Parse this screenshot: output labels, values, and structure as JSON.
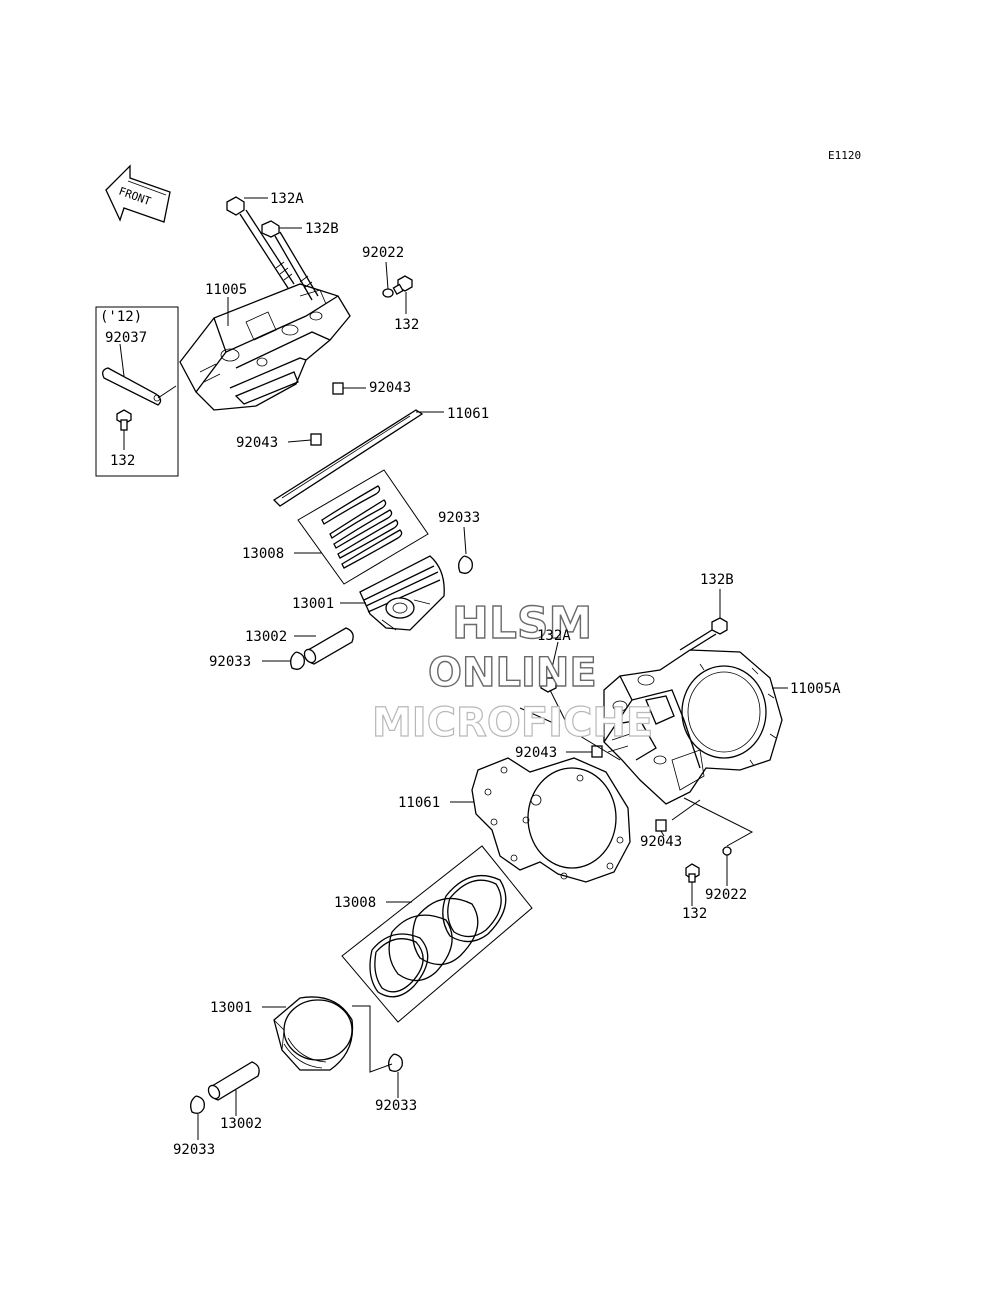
{
  "diagram_code": "E1120",
  "front_label": "FRONT",
  "year_box_label": "('12)",
  "watermark": {
    "line1": "HLSM",
    "line2": "ONLINE",
    "line3": "MICROFICHE"
  },
  "callouts": {
    "front_cylinder_bolt_a": "132A",
    "front_cylinder_bolt_b": "132B",
    "front_washer_92022": "92022",
    "front_bolt_132": "132",
    "front_cylinder": "11005",
    "bracket_92037": "92037",
    "bracket_bolt_132": "132",
    "front_dowel_upper": "92043",
    "front_dowel_lower": "92043",
    "front_gasket": "11061",
    "front_ring_set": "13008",
    "front_snap_ring_upper": "92033",
    "front_piston": "13001",
    "front_pin": "13002",
    "front_snap_ring_lower": "92033",
    "rear_bolt_b": "132B",
    "rear_bolt_a": "132A",
    "rear_cylinder": "11005A",
    "rear_dowel_left": "92043",
    "rear_gasket": "11061",
    "rear_dowel_right": "92043",
    "rear_washer_92022": "92022",
    "rear_bolt_132": "132",
    "rear_ring_set": "13008",
    "rear_piston": "13001",
    "rear_snap_ring_right": "92033",
    "rear_pin": "13002",
    "rear_snap_ring_left": "92033"
  }
}
